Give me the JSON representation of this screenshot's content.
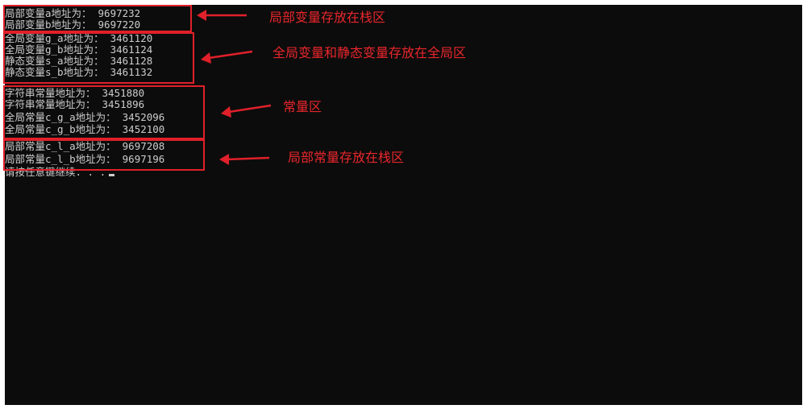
{
  "console": {
    "lines": [
      {
        "label": "局部变量a地址为：",
        "value": "9697232"
      },
      {
        "label": "局部变量b地址为：",
        "value": "9697220"
      },
      {
        "label": "全局变量g_a地址为：",
        "value": "3461120"
      },
      {
        "label": "全局变量g_b地址为：",
        "value": "3461124"
      },
      {
        "label": "静态变量s_a地址为：",
        "value": "3461128"
      },
      {
        "label": "静态变量s_b地址为：",
        "value": "3461132"
      },
      {
        "label": "字符串常量地址为：",
        "value": "3451880"
      },
      {
        "label": "字符串常量地址为：",
        "value": "3451896"
      },
      {
        "label": "全局常量c_g_a地址为：",
        "value": "3452096"
      },
      {
        "label": "全局常量c_g_b地址为：",
        "value": "3452100"
      },
      {
        "label": "局部常量c_l_a地址为：",
        "value": "9697208"
      },
      {
        "label": "局部常量c_l_b地址为：",
        "value": "9697196"
      }
    ],
    "prompt": "请按任意键继续. . ."
  },
  "annotations": {
    "stack": "局部变量存放在栈区",
    "global_static": "全局变量和静态变量存放在全局区",
    "constant": "常量区",
    "local_const": "局部常量存放在栈区"
  },
  "colors": {
    "console_bg": "#0c0c0c",
    "console_text": "#cccccc",
    "annotation_red": "#e0202a"
  }
}
